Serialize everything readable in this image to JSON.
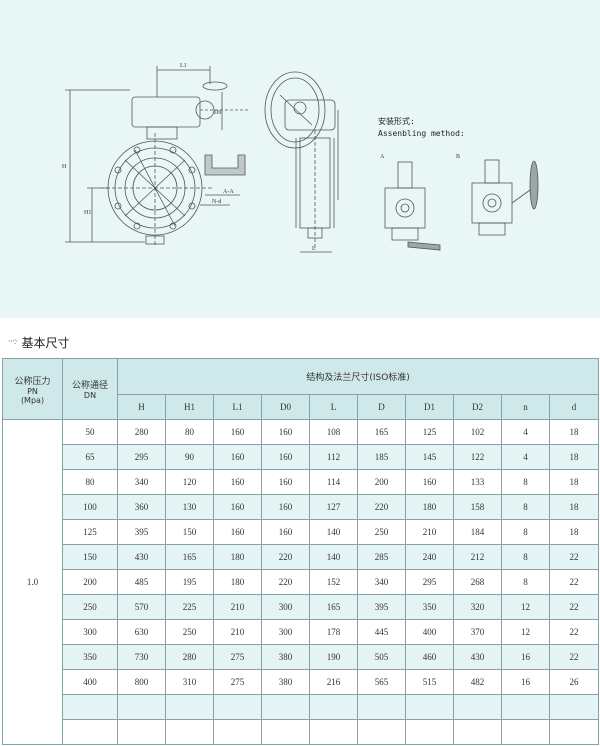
{
  "drawing": {
    "labels": {
      "L1": "L1",
      "D0": "D0",
      "H": "H",
      "H1": "H1",
      "AA": "A-A",
      "Nd": "N-d",
      "L": "L",
      "A": "A",
      "B": "B"
    },
    "install_cn": "安装形式:",
    "install_en": "Assenbling method:"
  },
  "section": {
    "title": "基本尺寸"
  },
  "table": {
    "pn_header": {
      "cn": "公称压力",
      "en1": "PN",
      "en2": "(Mpa)"
    },
    "dn_header": {
      "cn": "公称通径",
      "en": "DN"
    },
    "group_header": "结构及法兰尺寸(ISO标准)",
    "columns": [
      "H",
      "H1",
      "L1",
      "D0",
      "L",
      "D",
      "D1",
      "D2",
      "n",
      "d"
    ],
    "pn_value": "1.0",
    "rows": [
      [
        "50",
        "280",
        "80",
        "160",
        "160",
        "108",
        "165",
        "125",
        "102",
        "4",
        "18"
      ],
      [
        "65",
        "295",
        "90",
        "160",
        "160",
        "112",
        "185",
        "145",
        "122",
        "4",
        "18"
      ],
      [
        "80",
        "340",
        "120",
        "160",
        "160",
        "114",
        "200",
        "160",
        "133",
        "8",
        "18"
      ],
      [
        "100",
        "360",
        "130",
        "160",
        "160",
        "127",
        "220",
        "180",
        "158",
        "8",
        "18"
      ],
      [
        "125",
        "395",
        "150",
        "160",
        "160",
        "140",
        "250",
        "210",
        "184",
        "8",
        "18"
      ],
      [
        "150",
        "430",
        "165",
        "180",
        "220",
        "140",
        "285",
        "240",
        "212",
        "8",
        "22"
      ],
      [
        "200",
        "485",
        "195",
        "180",
        "220",
        "152",
        "340",
        "295",
        "268",
        "8",
        "22"
      ],
      [
        "250",
        "570",
        "225",
        "210",
        "300",
        "165",
        "395",
        "350",
        "320",
        "12",
        "22"
      ],
      [
        "300",
        "630",
        "250",
        "210",
        "300",
        "178",
        "445",
        "400",
        "370",
        "12",
        "22"
      ],
      [
        "350",
        "730",
        "280",
        "275",
        "380",
        "190",
        "505",
        "460",
        "430",
        "16",
        "22"
      ],
      [
        "400",
        "800",
        "310",
        "275",
        "380",
        "216",
        "565",
        "515",
        "482",
        "16",
        "26"
      ]
    ]
  }
}
